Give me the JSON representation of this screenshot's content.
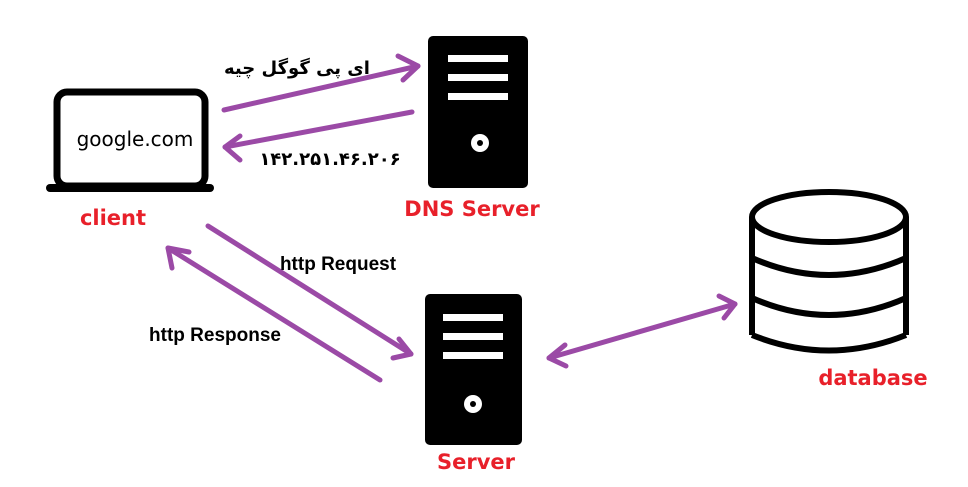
{
  "client": {
    "screen_text": "google.com",
    "label": "client"
  },
  "dns_server": {
    "label": "DNS Server"
  },
  "web_server": {
    "label": "Server"
  },
  "database": {
    "label": "database"
  },
  "arrows": {
    "dns_query": "ای پی گوگل چیه",
    "dns_response_ip": "۱۴۲.۲۵۱.۴۶.۲۰۶",
    "http_request": "http Request",
    "http_response": "http Response"
  },
  "colors": {
    "arrow": "#9b4aa6",
    "label_red": "#e8202a",
    "icon": "#000000"
  },
  "icons": [
    "laptop-icon",
    "server-icon",
    "server-icon",
    "database-icon"
  ]
}
